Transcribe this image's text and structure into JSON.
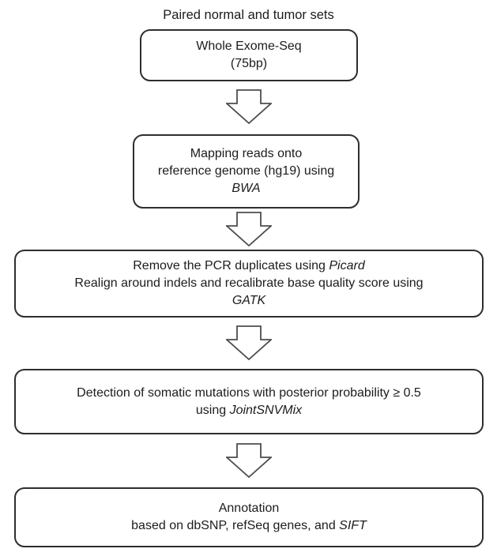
{
  "title": "Paired normal and tumor sets",
  "colors": {
    "background": "#ffffff",
    "box_border": "#2e2e2e",
    "arrow_outline": "#4d4d4d",
    "text": "#1c1c1c"
  },
  "flowchart": {
    "arrow_icon": "block-down-arrow",
    "boxes": [
      {
        "name": "sequencing",
        "lines": [
          [
            {
              "text": "Whole Exome-Seq"
            }
          ],
          [
            {
              "text": "(75bp)"
            }
          ]
        ]
      },
      {
        "name": "mapping",
        "lines": [
          [
            {
              "text": "Mapping reads onto"
            }
          ],
          [
            {
              "text": "reference genome (hg19) using"
            }
          ],
          [
            {
              "text": "BWA",
              "italic": true
            }
          ]
        ]
      },
      {
        "name": "preprocessing",
        "lines": [
          [
            {
              "text": "Remove the PCR duplicates using "
            },
            {
              "text": "Picard",
              "italic": true
            }
          ],
          [
            {
              "text": "Realign around indels and recalibrate base quality score using"
            }
          ],
          [
            {
              "text": "GATK",
              "italic": true
            }
          ]
        ]
      },
      {
        "name": "detection",
        "lines": [
          [
            {
              "text": "Detection of somatic mutations with posterior probability ≥ 0.5"
            }
          ],
          [
            {
              "text": "using "
            },
            {
              "text": "JointSNVMix",
              "italic": true
            }
          ]
        ]
      },
      {
        "name": "annotation",
        "lines": [
          [
            {
              "text": "Annotation"
            }
          ],
          [
            {
              "text": "based on dbSNP, refSeq genes, and "
            },
            {
              "text": "SIFT",
              "italic": true
            }
          ]
        ]
      }
    ]
  }
}
